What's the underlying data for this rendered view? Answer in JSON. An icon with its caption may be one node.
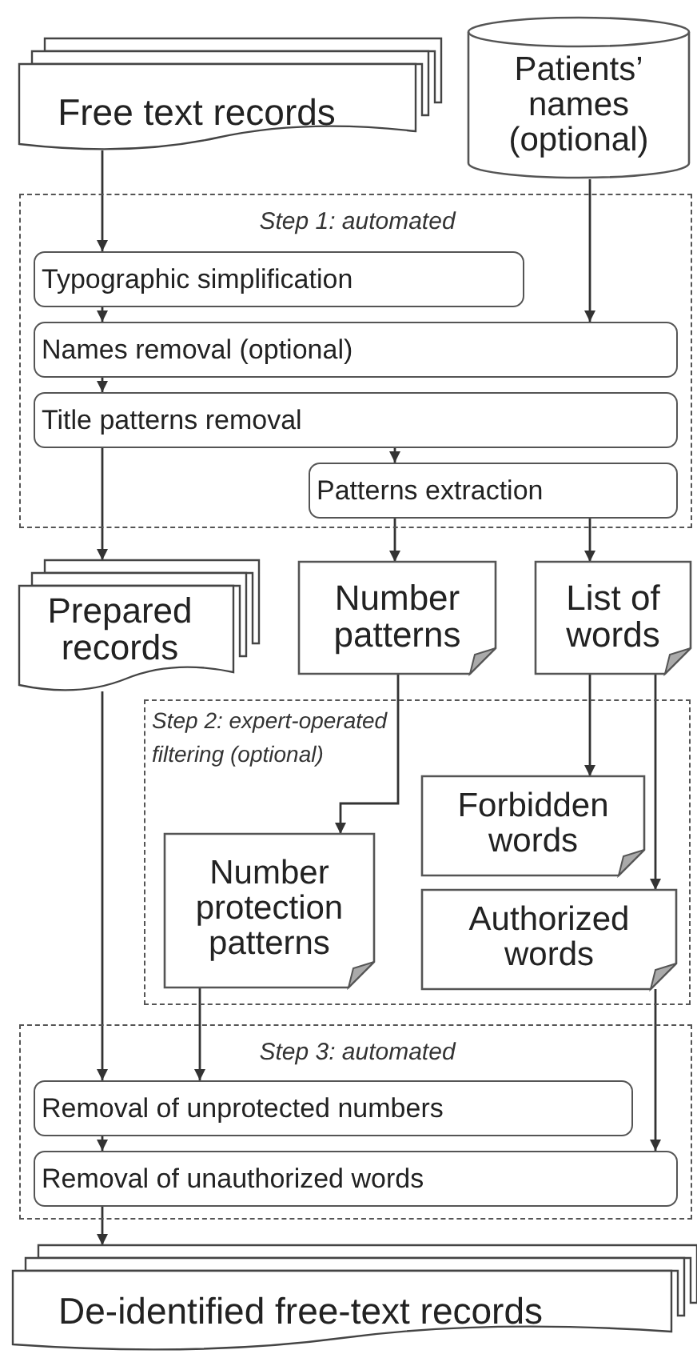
{
  "diagram": {
    "nodes": [
      {
        "text": [
          "Free text records"
        ]
      },
      {
        "text": [
          "Patients’ names (optional)"
        ]
      },
      {
        "text": [
          "Step 1: automated"
        ]
      },
      {
        "text": [
          "Typographic simplification"
        ],
        "in": 2
      },
      {
        "text": [
          "Names removal (optional)"
        ],
        "in": 2
      },
      {
        "text": [
          "Title patterns removal"
        ],
        "in": 2
      },
      {
        "text": [
          "Patterns extraction"
        ],
        "in": 2
      },
      {
        "text": [
          "Prepared records"
        ]
      },
      {
        "text": [
          "Number patterns"
        ]
      },
      {
        "text": [
          "List of words"
        ]
      },
      {
        "text": [
          "Step 2: expert-operated filtering (optional)"
        ]
      },
      {
        "text": [
          "Forbidden words"
        ],
        "in": 10
      },
      {
        "text": [
          "Number protection patterns"
        ],
        "in": 10
      },
      {
        "text": [
          "Authorized words"
        ],
        "in": 10
      },
      {
        "text": [
          "Step 3: automated"
        ]
      },
      {
        "text": [
          "Removal of unprotected numbers"
        ],
        "in": 14
      },
      {
        "text": [
          "Removal of unauthorized words"
        ],
        "in": 14
      },
      {
        "text": [
          "De-identified free-text records"
        ]
      }
    ],
    "edges": [
      {
        "from": 0,
        "to": 3,
        "arrow": "to"
      },
      {
        "from": 1,
        "to": 4,
        "arrow": "to"
      },
      {
        "from": 3,
        "to": 4,
        "arrow": "to"
      },
      {
        "from": 4,
        "to": 5,
        "arrow": "to"
      },
      {
        "from": 5,
        "to": 6,
        "arrow": "to"
      },
      {
        "from": 5,
        "to": 7,
        "arrow": "to"
      },
      {
        "from": 6,
        "to": 8,
        "arrow": "to"
      },
      {
        "from": 6,
        "to": 9,
        "arrow": "to"
      },
      {
        "from": 8,
        "to": 12,
        "arrow": "to"
      },
      {
        "from": 9,
        "to": 11,
        "arrow": "to"
      },
      {
        "from": 9,
        "to": 13,
        "arrow": "to"
      },
      {
        "from": 7,
        "to": 15,
        "arrow": "to"
      },
      {
        "from": 12,
        "to": 15,
        "arrow": "to"
      },
      {
        "from": 13,
        "to": 16,
        "arrow": "to"
      },
      {
        "from": 15,
        "to": 16,
        "arrow": "to"
      },
      {
        "from": 16,
        "to": 17,
        "arrow": "to"
      }
    ]
  }
}
